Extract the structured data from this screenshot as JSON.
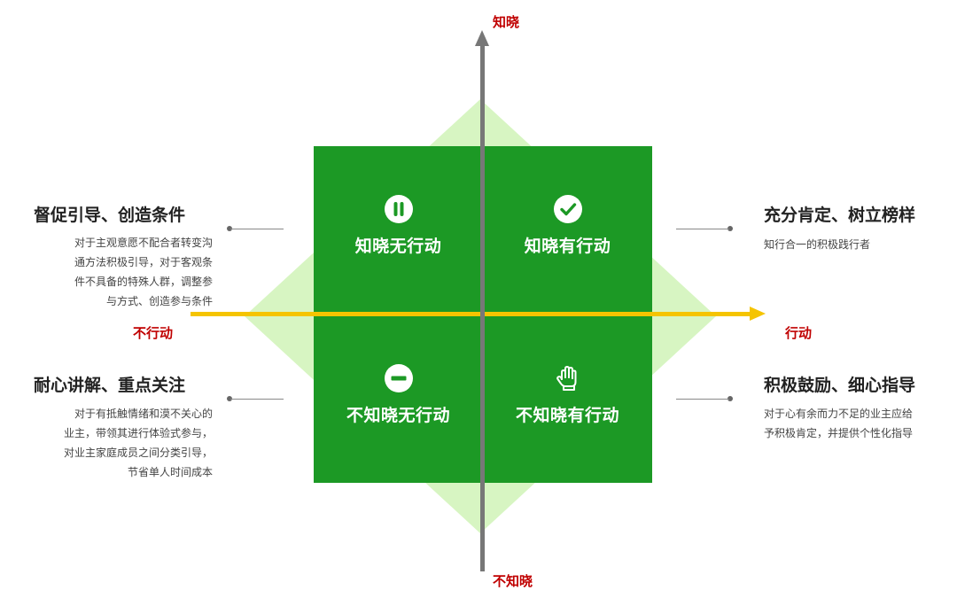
{
  "axes": {
    "top": "知晓",
    "bottom": "不知晓",
    "left": "不行动",
    "right": "行动"
  },
  "quadrants": {
    "top_left": {
      "label": "知晓无行动",
      "icon": "pause-icon"
    },
    "top_right": {
      "label": "知晓有行动",
      "icon": "check-icon"
    },
    "bottom_left": {
      "label": "不知晓无行动",
      "icon": "minus-icon"
    },
    "bottom_right": {
      "label": "不知晓有行动",
      "icon": "hand-icon"
    }
  },
  "left_blocks": [
    {
      "title": "督促引导、创造条件",
      "lines": [
        "对于主观意愿不配合者转变沟",
        "通方法积极引导，对于客观条",
        "件不具备的特殊人群，调整参",
        "与方式、创造参与条件"
      ]
    },
    {
      "title": "耐心讲解、重点关注",
      "lines": [
        "对于有抵触情绪和漠不关心的",
        "业主，带领其进行体验式参与，",
        "对业主家庭成员之间分类引导，",
        "节省单人时间成本"
      ]
    }
  ],
  "right_blocks": [
    {
      "title": "充分肯定、树立榜样",
      "lines": [
        "知行合一的积极践行者"
      ]
    },
    {
      "title": "积极鼓励、细心指导",
      "lines": [
        "对于心有余而力不足的业主应给",
        "予积极肯定，并提供个性化指导"
      ]
    }
  ],
  "colors": {
    "square": "#1c9925",
    "diamond": "#d7f5c2",
    "h_axis": "#f5c400",
    "v_axis": "#777777",
    "axis_label": "#c00000"
  }
}
